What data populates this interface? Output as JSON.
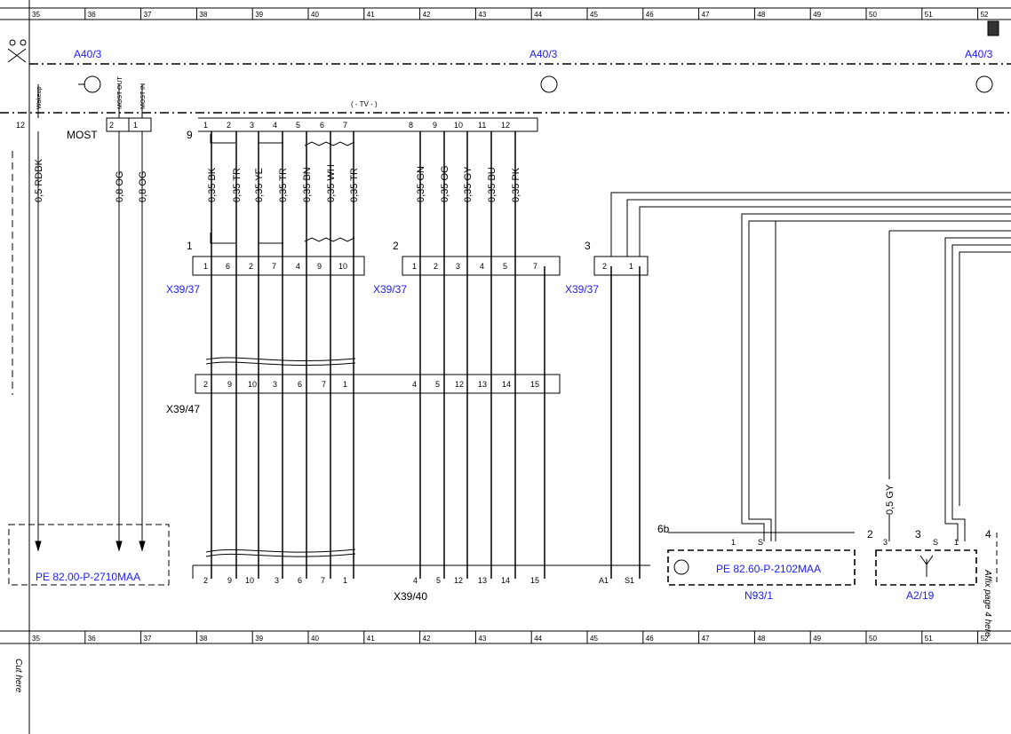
{
  "ruler": {
    "columns": [
      "35",
      "36",
      "37",
      "38",
      "39",
      "40",
      "41",
      "42",
      "43",
      "44",
      "45",
      "46",
      "47",
      "48",
      "49",
      "50",
      "51",
      "52"
    ]
  },
  "components": {
    "a40_3_left": "A40/3",
    "a40_3_mid": "A40/3",
    "a40_3_right": "A40/3",
    "x39_37_1": "X39/37",
    "x39_37_2": "X39/37",
    "x39_37_3": "X39/37",
    "x39_47": "X39/47",
    "x39_40": "X39/40",
    "n93_1": "N93/1",
    "a2_19": "A2/19"
  },
  "signals": {
    "wakeup": "Wakeup",
    "most_out": "MOST OUT",
    "most_in": "MOST IN",
    "most": "MOST",
    "tv": "( - TV - )"
  },
  "references": {
    "pe_left": "PE 82.00-P-2710MAA",
    "pe_right": "PE 82.60-P-2102MAA"
  },
  "wires": [
    {
      "label": "0,5 RDBK"
    },
    {
      "label": "0,8 OG"
    },
    {
      "label": "0,8 OG"
    },
    {
      "label": "0,35 BK"
    },
    {
      "label": "0,35 TR"
    },
    {
      "label": "0,35 YE"
    },
    {
      "label": "0,35 TR"
    },
    {
      "label": "0,35 BN"
    },
    {
      "label": "0,35 WH"
    },
    {
      "label": "0,35 TR"
    },
    {
      "label": "0,35 GN"
    },
    {
      "label": "0,35 OG"
    },
    {
      "label": "0,35 GY"
    },
    {
      "label": "0,35 BU"
    },
    {
      "label": "0,35 PK"
    },
    {
      "label": "0,5 GY"
    }
  ],
  "pins": {
    "a40_left": [
      "12",
      "2",
      "1"
    ],
    "a40_mid": [
      "1",
      "2",
      "3",
      "4",
      "5",
      "6",
      "7",
      "8",
      "9",
      "10",
      "11",
      "12"
    ],
    "x39_37_1": [
      "1",
      "6",
      "2",
      "7",
      "4",
      "9",
      "10"
    ],
    "x39_37_2": [
      "1",
      "2",
      "3",
      "4",
      "5",
      "7"
    ],
    "x39_37_3": [
      "2",
      "1"
    ],
    "x39_47": [
      "2",
      "9",
      "10",
      "3",
      "6",
      "7",
      "1",
      "4",
      "5",
      "12",
      "13",
      "14",
      "15"
    ],
    "x39_40": [
      "2",
      "9",
      "10",
      "3",
      "6",
      "7",
      "1",
      "4",
      "5",
      "12",
      "13",
      "14",
      "15",
      "A1",
      "S1"
    ],
    "n93_1": [
      "1",
      "S"
    ],
    "a2_19": [
      "3",
      "S",
      "1"
    ]
  },
  "group_numbers": {
    "g9": "9",
    "g1": "1",
    "g2": "2",
    "g3": "3",
    "g6b": "6b",
    "g2b": "2",
    "g3b": "3",
    "g4": "4"
  },
  "margin_text": {
    "cut_here": "Cut here",
    "affix": "Affix page 4 here"
  },
  "colors": {
    "link_blue": "#1a1aff",
    "line": "#000000"
  }
}
